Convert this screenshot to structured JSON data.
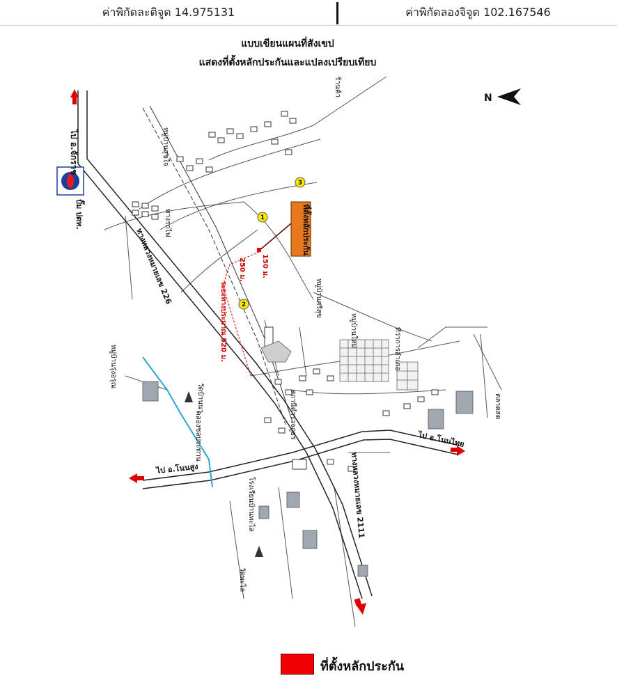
{
  "header": {
    "latitude_label": "ค่าพิกัดละติจูด 14.975131",
    "longitude_label": "ค่าพิกัดลองจิจูด 102.167546"
  },
  "map": {
    "title_line1": "แบบเขียนแผนที่สังเขป",
    "title_line2": "แสดงที่ตั้งหลักประกันและแปลงเปรียบเทียบ",
    "north_symbol": "N",
    "collateral_label": "ที่ตั้งหลักประกัน",
    "markers": [
      "1",
      "2",
      "3"
    ],
    "labels": {
      "to_chakkarat": "ไป อ.จักราช",
      "to_nongsung": "ไป อ.โนนสูง",
      "to_ban": "ไป อ.โนนไทย",
      "gas_station": "ปั๊ม ปตท.",
      "highway_226": "ทางหลวงหมายเลข 226",
      "highway_2111": "ทางหลวงหมายเลข 2111",
      "distance_1": "150 ม.",
      "distance_2": "250 ม.",
      "distance_3": "ระยะทางประมาณ 520 ม.",
      "school": "โรงเรียนบ้านพะไล",
      "temple": "วัดพะไล",
      "village_1": "หมู่บ้านรุ่งอรุณ",
      "village_2": "หมู่บ้านสุขใจ",
      "village_3": "หมู่บ้านศรีสุข",
      "police": "สถานีตำรวจภูธร",
      "district_office": "ที่ว่าการอำเภอ",
      "canal": "คลองชลประทาน",
      "railway": "ทางรถไฟ",
      "market": "ตลาดสด",
      "temple_2": "วัดบ้านนา",
      "village_4": "หมู่บ้านใหม่",
      "shop": "ร้านค้า"
    }
  },
  "legend": {
    "label": "ที่ตั้งหลักประกัน",
    "color": "#f00000"
  }
}
